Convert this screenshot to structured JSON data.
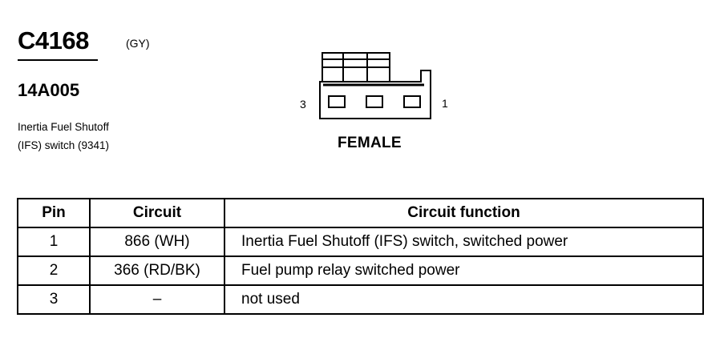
{
  "header": {
    "connector_id": "C4168",
    "color_code": "(GY)",
    "part_number": "14A005",
    "description_line1": "Inertia Fuel Shutoff",
    "description_line2": "(IFS) switch (9341)"
  },
  "connector_view": {
    "pin_left_label": "3",
    "pin_right_label": "1",
    "gender": "FEMALE"
  },
  "table": {
    "headers": [
      "Pin",
      "Circuit",
      "Circuit function"
    ],
    "rows": [
      {
        "pin": "1",
        "circuit": "866 (WH)",
        "function": "Inertia Fuel Shutoff (IFS) switch, switched power"
      },
      {
        "pin": "2",
        "circuit": "366 (RD/BK)",
        "function": "Fuel pump relay switched power"
      },
      {
        "pin": "3",
        "circuit": "–",
        "function": "not used"
      }
    ]
  }
}
